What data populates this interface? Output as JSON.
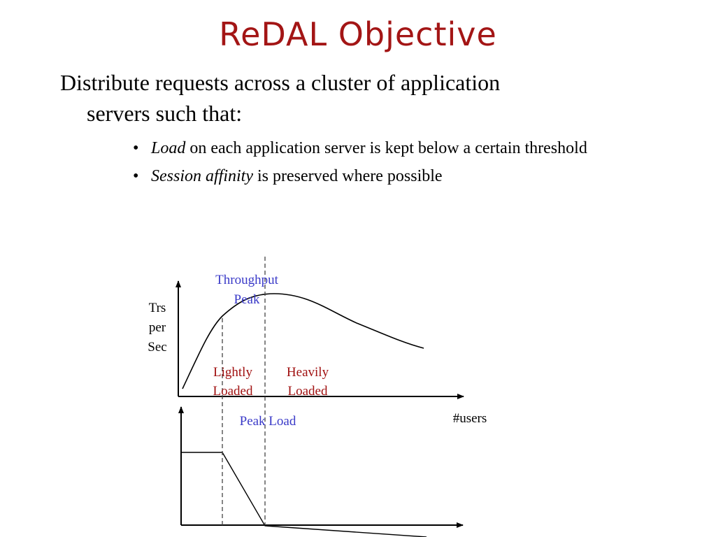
{
  "slide": {
    "title": "ReDAL Objective",
    "intro_line1": "Distribute requests across a cluster of application",
    "intro_line2": "servers such that:",
    "bullets": [
      {
        "symbol": "•",
        "term": "Load",
        "rest": " on each application server is kept below a certain threshold"
      },
      {
        "symbol": "•",
        "term": "Session affinity",
        "rest": " is preserved where possible"
      }
    ]
  },
  "diagram": {
    "y_axis_label": [
      "Trs",
      "per",
      "Sec"
    ],
    "x_axis_label": "#users",
    "peak_label": [
      "Throughput",
      "Peak"
    ],
    "lightly_label": [
      "Lightly",
      "Loaded"
    ],
    "heavily_label": [
      "Heavily",
      "Loaded"
    ],
    "peak_load_label": "Peak Load",
    "colors": {
      "blue_label": "#3a3ac8",
      "red_label": "#a01010",
      "lines": "#000000",
      "dashed": "#444444"
    }
  }
}
